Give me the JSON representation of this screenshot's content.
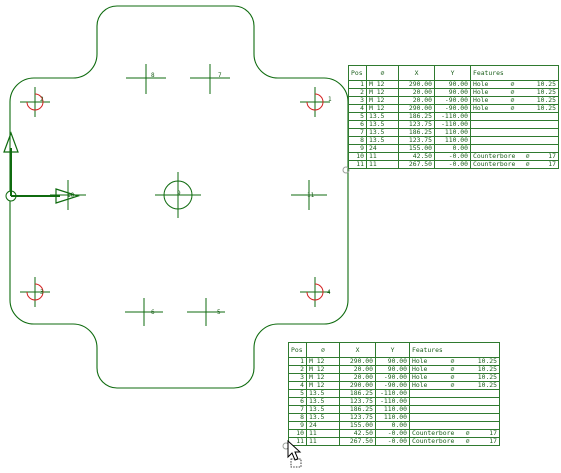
{
  "table_headers": {
    "pos": "Pos",
    "dia": "⌀",
    "x": "X",
    "y": "Y",
    "features": "Features"
  },
  "rows": [
    {
      "pos": "1",
      "dia": "M 12",
      "x": "290.00",
      "y": "90.00",
      "feature": "Hole",
      "fsym": "⌀",
      "fval": "10.25"
    },
    {
      "pos": "2",
      "dia": "M 12",
      "x": "20.00",
      "y": "90.00",
      "feature": "Hole",
      "fsym": "⌀",
      "fval": "10.25"
    },
    {
      "pos": "3",
      "dia": "M 12",
      "x": "20.00",
      "y": "-90.00",
      "feature": "Hole",
      "fsym": "⌀",
      "fval": "10.25"
    },
    {
      "pos": "4",
      "dia": "M 12",
      "x": "290.00",
      "y": "-90.00",
      "feature": "Hole",
      "fsym": "⌀",
      "fval": "10.25"
    },
    {
      "pos": "5",
      "dia": "13.5",
      "x": "186.25",
      "y": "-110.00",
      "feature": "",
      "fsym": "",
      "fval": ""
    },
    {
      "pos": "6",
      "dia": "13.5",
      "x": "123.75",
      "y": "-110.00",
      "feature": "",
      "fsym": "",
      "fval": ""
    },
    {
      "pos": "7",
      "dia": "13.5",
      "x": "186.25",
      "y": "110.00",
      "feature": "",
      "fsym": "",
      "fval": ""
    },
    {
      "pos": "8",
      "dia": "13.5",
      "x": "123.75",
      "y": "110.00",
      "feature": "",
      "fsym": "",
      "fval": ""
    },
    {
      "pos": "9",
      "dia": "24",
      "x": "155.00",
      "y": "0.00",
      "feature": "",
      "fsym": "",
      "fval": ""
    },
    {
      "pos": "10",
      "dia": "11",
      "x": "42.50",
      "y": "-0.00",
      "feature": "Counterbore",
      "fsym": "⌀",
      "fval": "17"
    },
    {
      "pos": "11",
      "dia": "11",
      "x": "267.50",
      "y": "-0.00",
      "feature": "Counterbore",
      "fsym": "⌀",
      "fval": "17"
    }
  ],
  "holes": [
    {
      "label": "1",
      "kind": "tapped"
    },
    {
      "label": "2",
      "kind": "tapped"
    },
    {
      "label": "3",
      "kind": "tapped"
    },
    {
      "label": "4",
      "kind": "tapped"
    },
    {
      "label": "5",
      "kind": "plain"
    },
    {
      "label": "6",
      "kind": "plain"
    },
    {
      "label": "7",
      "kind": "plain"
    },
    {
      "label": "8",
      "kind": "plain"
    },
    {
      "label": "9",
      "kind": "large"
    },
    {
      "label": "10",
      "kind": "counterbore"
    },
    {
      "label": "11",
      "kind": "counterbore"
    }
  ],
  "colors": {
    "outline": "#0f6b0f",
    "thread": "#d42020",
    "text": "#1a5e1a",
    "background": "#ffffff"
  }
}
